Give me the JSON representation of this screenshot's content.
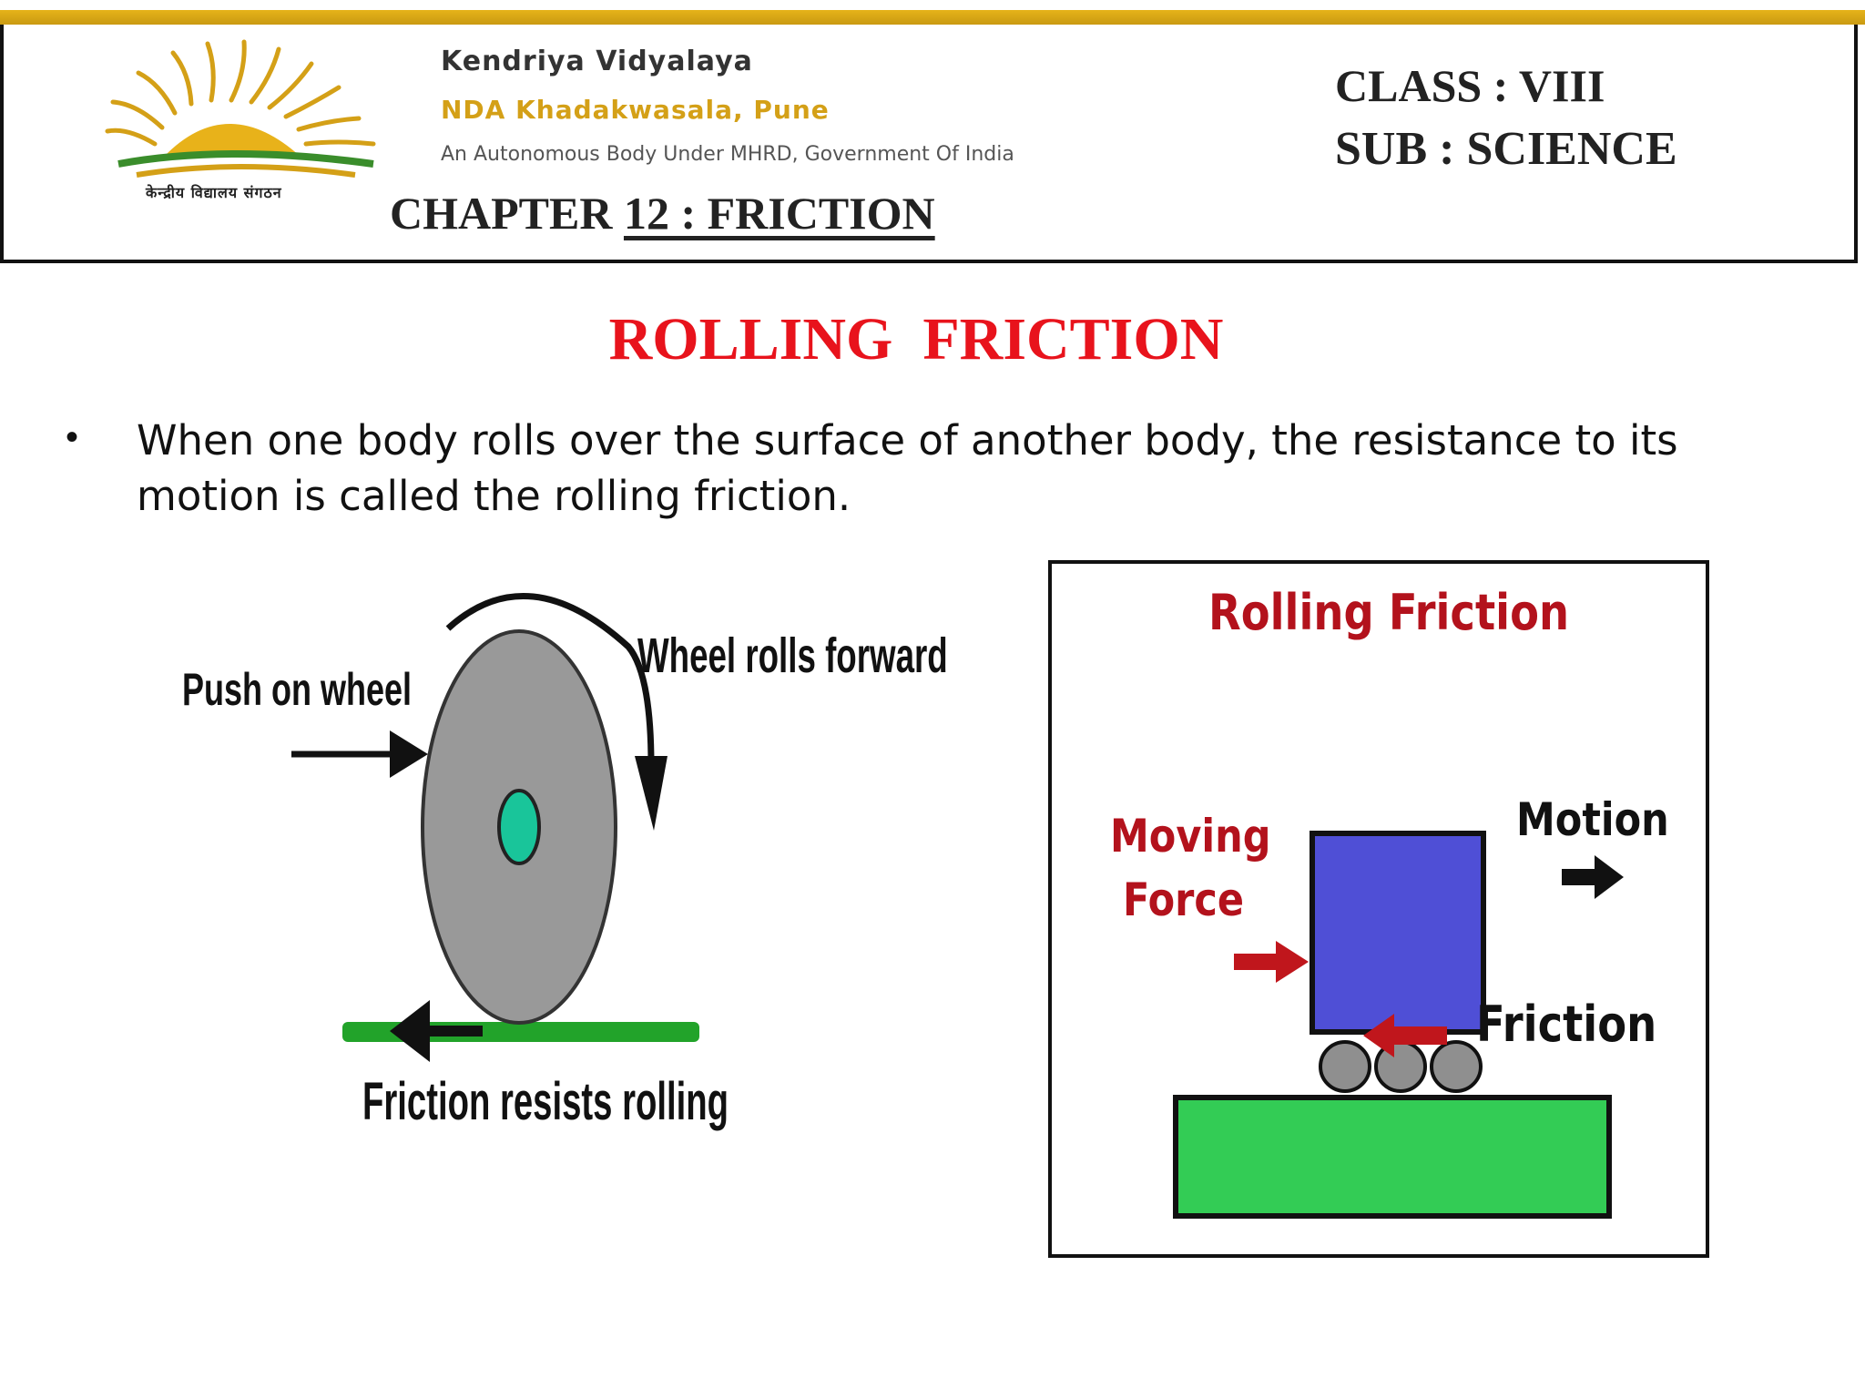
{
  "header": {
    "org_name": "Kendriya Vidyalaya",
    "org_place": "NDA Khadakwasala, Pune",
    "org_subtitle": "An Autonomous Body Under MHRD, Government Of India",
    "logo_caption": "केन्द्रीय विद्यालय संगठन",
    "chapter_prefix": "CHAPTER ",
    "chapter_title": "12 : FRICTION",
    "class_label": "CLASS : VIII",
    "subject_label": "SUB : SCIENCE",
    "colors": {
      "gold_bar": "#d9a816",
      "border": "#111111"
    }
  },
  "slide": {
    "title": "ROLLING  FRICTION",
    "title_color": "#e8131c",
    "bullet": "When one body rolls over the surface of another body, the resistance to its motion is called the rolling friction."
  },
  "left_diagram": {
    "push_label": "Push on wheel",
    "roll_label": "Wheel rolls forward",
    "friction_label": "Friction resists rolling",
    "colors": {
      "wheel": "#999999",
      "hub": "#19c59a",
      "ground": "#22a32a"
    }
  },
  "right_diagram": {
    "title": "Rolling Friction",
    "moving_label": "Moving",
    "force_label": "Force",
    "motion_label": "Motion",
    "friction_label": "Friction",
    "colors": {
      "block": "#4f4fd6",
      "base": "#33cc55",
      "arrow": "#c0161c",
      "rollers": "#8f8f8f"
    }
  }
}
